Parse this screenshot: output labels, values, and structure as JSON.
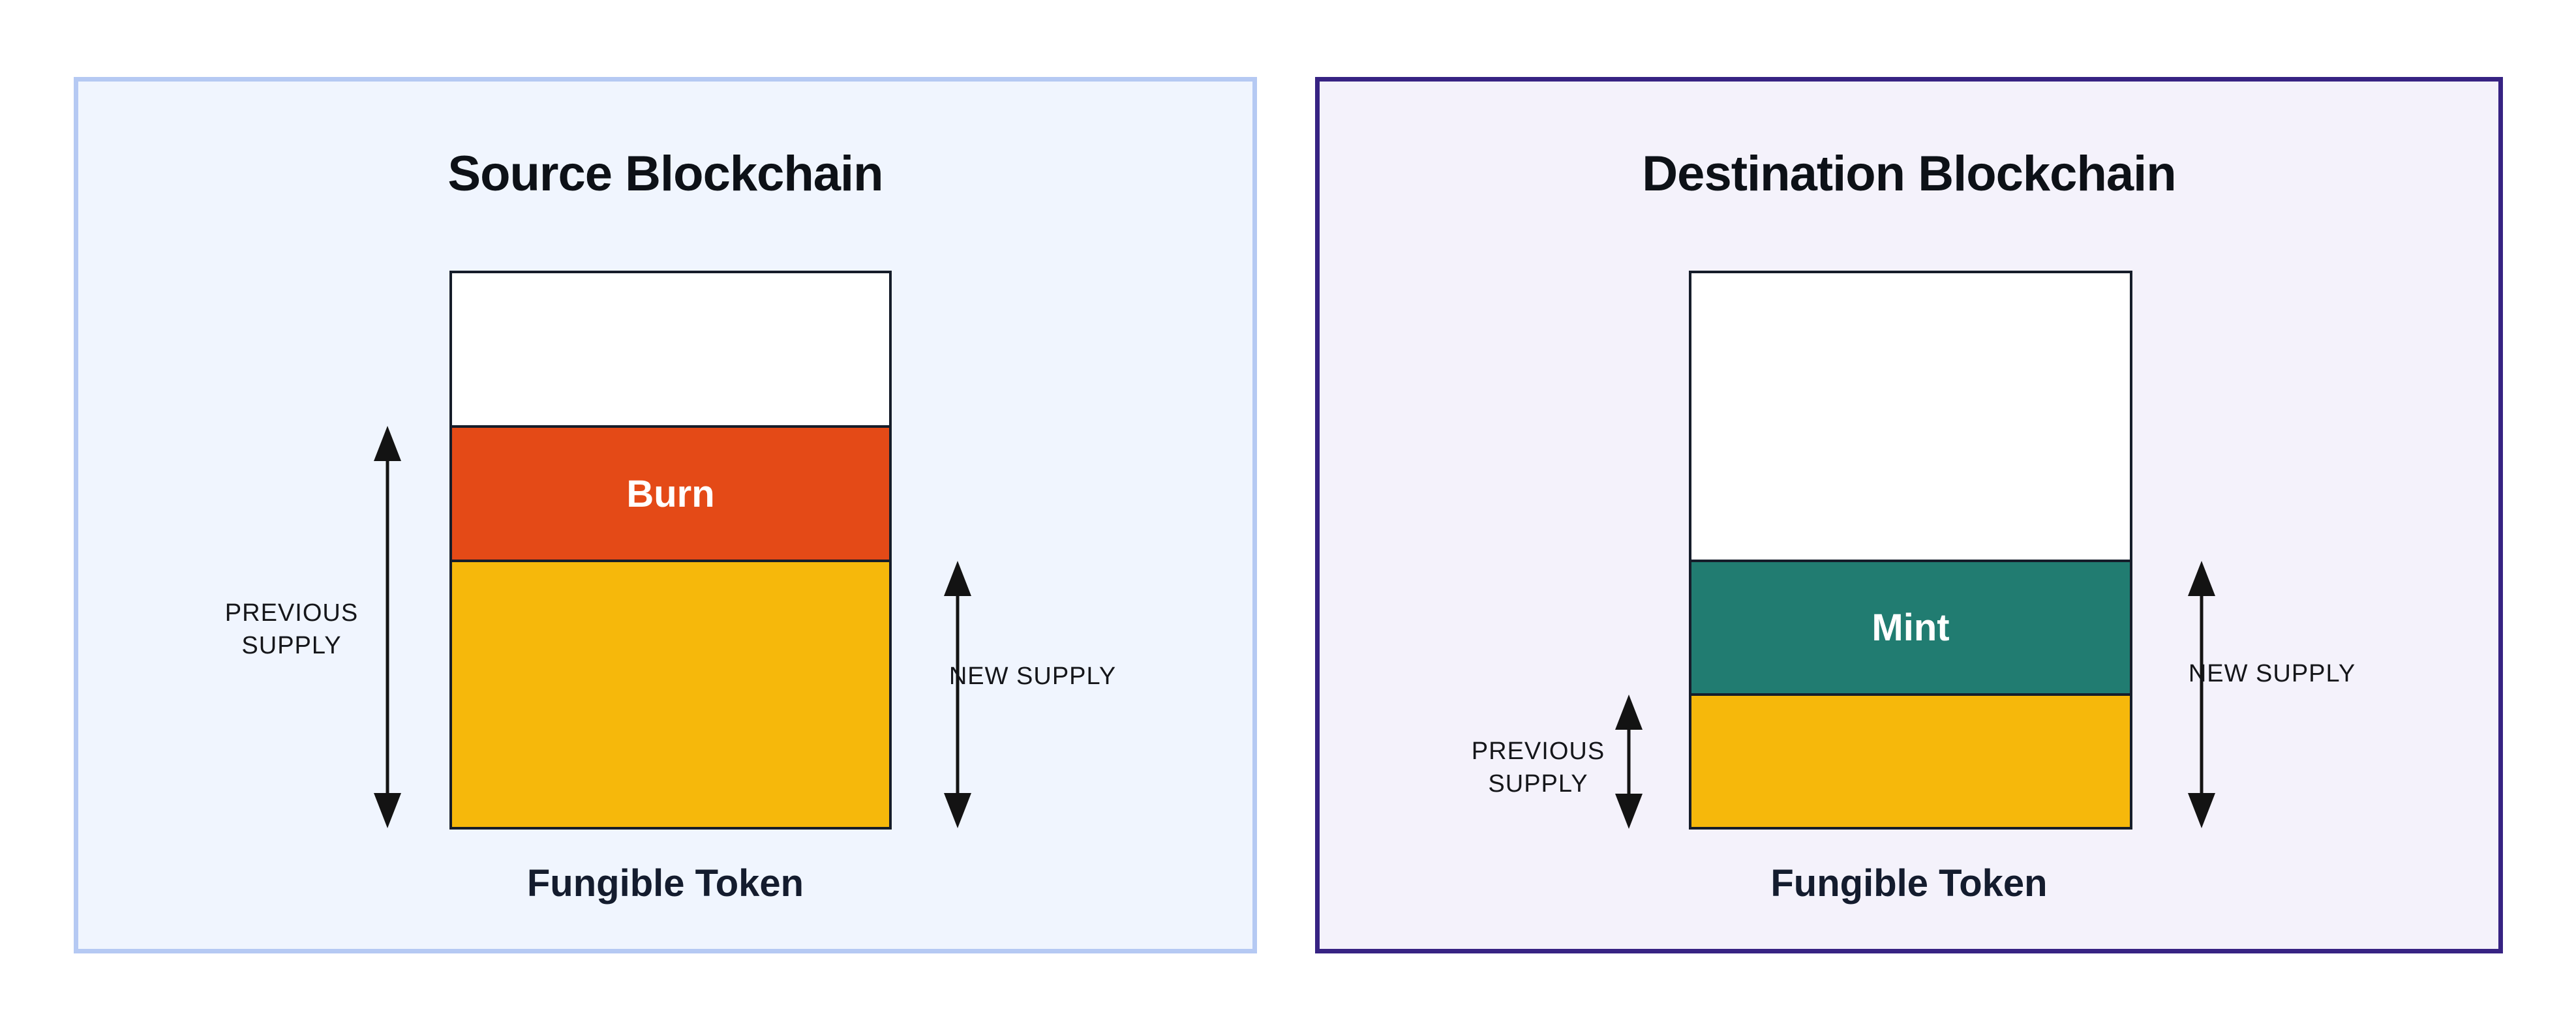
{
  "panels": [
    {
      "id": "source",
      "title": "Source Blockchain",
      "token_label": "Fungible Token",
      "style": {
        "bg": "#F0F5FE",
        "border": "#B5C9F3"
      },
      "bar": {
        "segments": [
          {
            "name": "unallocated",
            "label": "",
            "color": "#FFFFFF",
            "height_pct": 27.5
          },
          {
            "name": "burn",
            "label": "Burn",
            "color": "#E44A17",
            "text_color": "#FFFFFF",
            "height_pct": 24.2
          },
          {
            "name": "remaining-supply",
            "label": "",
            "color": "#F6B80B",
            "height_pct": 48.3
          }
        ]
      },
      "previous_supply_label": "PREVIOUS SUPPLY",
      "new_supply_label": "NEW SUPPLY"
    },
    {
      "id": "destination",
      "title": "Destination Blockchain",
      "token_label": "Fungible Token",
      "style": {
        "bg": "#F4F2FB",
        "border": "#372383"
      },
      "bar": {
        "segments": [
          {
            "name": "unallocated",
            "label": "",
            "color": "#FFFFFF",
            "height_pct": 51.7
          },
          {
            "name": "mint",
            "label": "Mint",
            "color": "#217C71",
            "text_color": "#FFFFFF",
            "height_pct": 24.2
          },
          {
            "name": "previous-supply",
            "label": "",
            "color": "#F6B80B",
            "height_pct": 24.1
          }
        ]
      },
      "previous_supply_label": "PREVIOUS SUPPLY",
      "new_supply_label": "NEW SUPPLY"
    }
  ]
}
